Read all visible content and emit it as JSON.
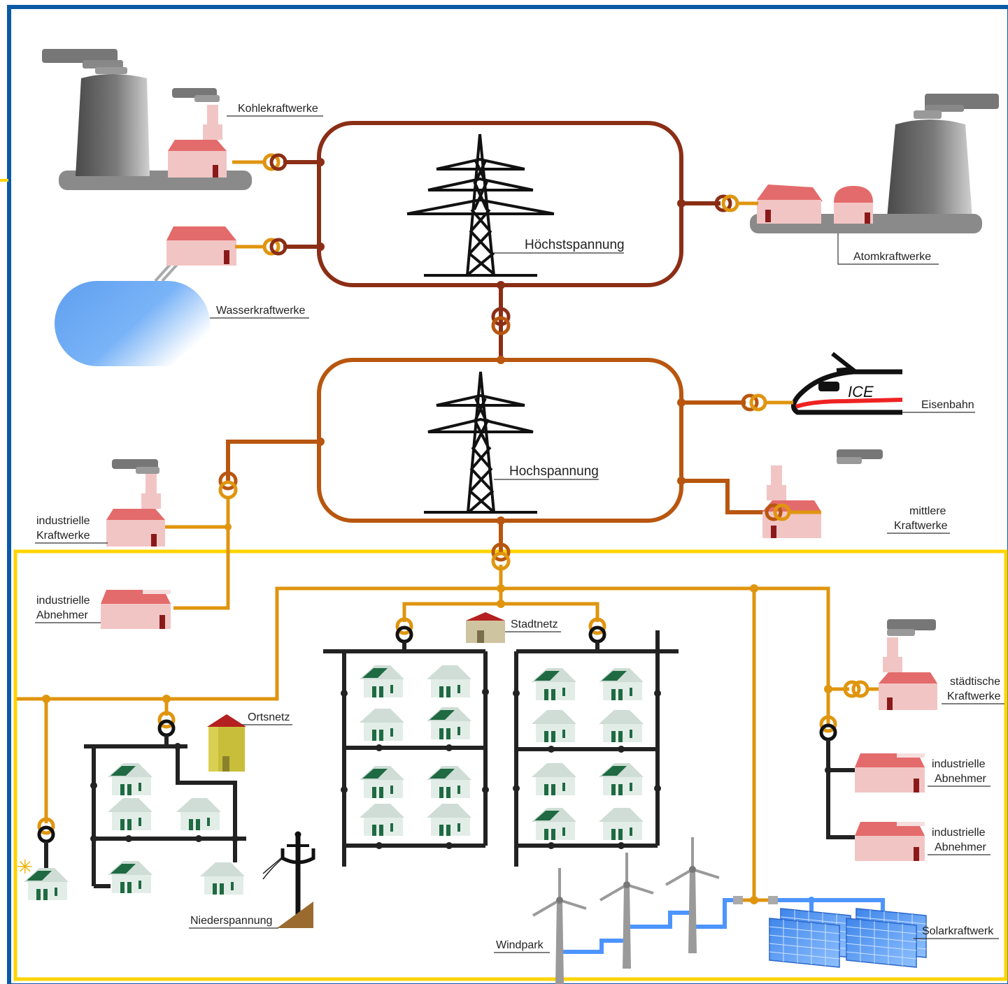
{
  "labels": {
    "kohle": "Kohlekraftwerke",
    "wasser": "Wasserkraftwerke",
    "atom": "Atomkraftwerke",
    "hoechst": "Höchstspannung",
    "hoch": "Hochspannung",
    "bahn": "Eisenbahn",
    "ice": "ICE",
    "ind_kw_1": "industrielle",
    "ind_kw_2": "Kraftwerke",
    "mittel_1": "mittlere",
    "mittel_2": "Kraftwerke",
    "ind_ab_1": "industrielle",
    "ind_ab_2": "Abnehmer",
    "stadtnetz": "Stadtnetz",
    "ortsnetz": "Ortsnetz",
    "staedt_1": "städtische",
    "staedt_2": "Kraftwerke",
    "ind_ab_r1_1": "industrielle",
    "ind_ab_r1_2": "Abnehmer",
    "ind_ab_r2_1": "industrielle",
    "ind_ab_r2_2": "Abnehmer",
    "nieder": "Niederspannung",
    "windpark": "Windpark",
    "solar": "Solarkraftwerk"
  },
  "colors": {
    "frame_blue": "#0b5aa6",
    "frame_yellow": "#ffd400",
    "hoechst_line": "#8b2e16",
    "hoch_line": "#b8560f",
    "mittel_line": "#e0950f",
    "nieder_line": "#222222",
    "renew_line": "#4d94ff",
    "building_wall": "#f2c5c5",
    "building_roof": "#e46b6b",
    "house_wall": "#dfeae4",
    "solar_panel": "#1f6a42"
  }
}
